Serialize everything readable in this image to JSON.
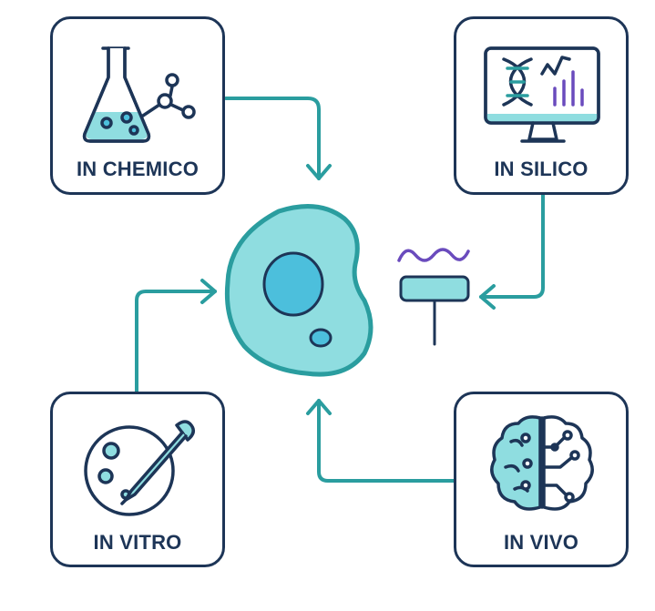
{
  "cards": {
    "chemico": {
      "label": "IN CHEMICO",
      "icon": "flask-molecule-icon"
    },
    "silico": {
      "label": "IN SILICO",
      "icon": "dna-monitor-icon"
    },
    "vitro": {
      "label": "IN VITRO",
      "icon": "petri-dish-pipette-icon"
    },
    "vivo": {
      "label": "IN VIVO",
      "icon": "brain-circuit-icon"
    }
  },
  "center": {
    "icon": "cell-icon"
  },
  "sensor": {
    "icon": "sensor-wave-icon"
  },
  "colors": {
    "outline": "#1d3557",
    "teal": "#2a9d9f",
    "cell_fill": "#8fdde0",
    "nucleus_fill": "#4cbfdc",
    "wave": "#6a4bbd"
  }
}
